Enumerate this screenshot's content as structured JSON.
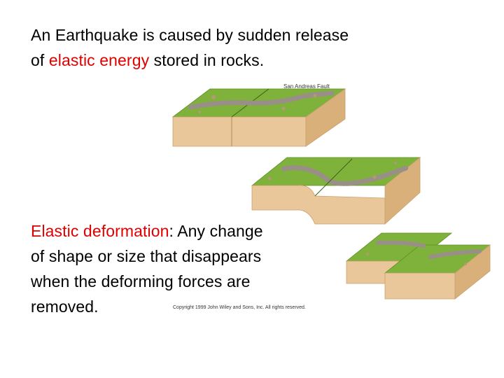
{
  "intro": {
    "line1": "An Earthquake is caused by sudden release",
    "line2_before": "of ",
    "line2_highlight": "elastic energy",
    "line2_after": " stored in rocks."
  },
  "definition": {
    "term": "Elastic deformation",
    "colon": ":",
    "line1_rest": " Any change",
    "line2": "of shape or size that disappears",
    "line3": "when the deforming forces are",
    "line4": "removed."
  },
  "figure": {
    "fault_label": "San Andreas Fault",
    "copyright": "Copyright 1999 John Wiley and Sons, Inc. All rights reserved."
  },
  "colors": {
    "highlight": "#e00000",
    "grass": "#7fb23a",
    "soil": "#e9c79a",
    "rock": "#9a8f86"
  }
}
